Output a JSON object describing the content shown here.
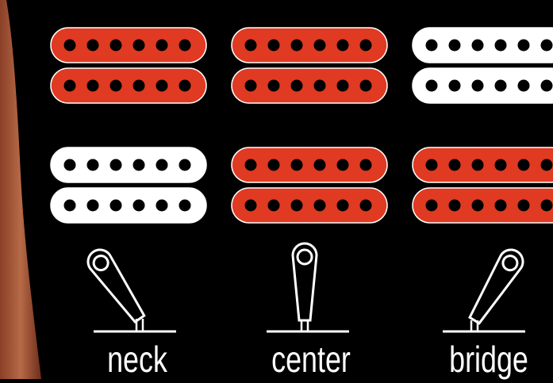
{
  "colors": {
    "background": "#000000",
    "pickup_active": "#e03a22",
    "pickup_inactive": "#ffffff",
    "pole_active": "#000000",
    "pole_inactive": "#000000",
    "edge_skin": "#b0603e"
  },
  "positions": [
    {
      "label": "neck",
      "switch": "up-left",
      "upper_pickup": {
        "coils": [
          "active",
          "active"
        ]
      },
      "lower_pickup": {
        "coils": [
          "inactive",
          "inactive"
        ]
      }
    },
    {
      "label": "center",
      "switch": "middle",
      "upper_pickup": {
        "coils": [
          "active",
          "active"
        ]
      },
      "lower_pickup": {
        "coils": [
          "active",
          "active"
        ]
      }
    },
    {
      "label": "bridge",
      "switch": "up-right",
      "upper_pickup": {
        "coils": [
          "inactive",
          "inactive"
        ]
      },
      "lower_pickup": {
        "coils": [
          "active",
          "active"
        ]
      }
    }
  ]
}
